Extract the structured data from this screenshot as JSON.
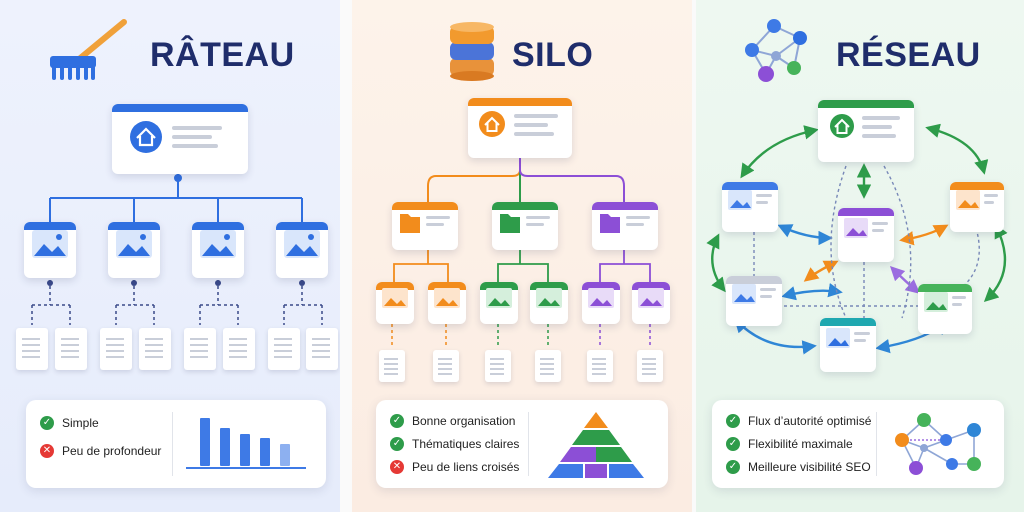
{
  "rake": {
    "title": "RÂTEAU",
    "accent": "#2f6fe0",
    "legend": [
      {
        "status": "check",
        "text": "Simple"
      },
      {
        "status": "cross",
        "text": "Peu de profondeur"
      }
    ]
  },
  "silo": {
    "title": "SILO",
    "accent": "#f28c1c",
    "legend": [
      {
        "status": "check",
        "text": "Bonne organisation"
      },
      {
        "status": "check",
        "text": "Thématiques claires"
      },
      {
        "status": "cross",
        "text": "Peu de liens croisés"
      }
    ]
  },
  "network": {
    "title": "RÉSEAU",
    "accent": "#2e9c4a",
    "legend": [
      {
        "status": "check",
        "text": "Flux d’autorité optimisé"
      },
      {
        "status": "check",
        "text": "Flexibilité maximale"
      },
      {
        "status": "check",
        "text": "Meilleure visibilité SEO"
      }
    ]
  },
  "icons": [
    "rake-icon",
    "database-icon",
    "network-molecule-icon",
    "home-icon",
    "image-icon",
    "folder-icon",
    "document-icon",
    "bar-chart-icon",
    "pyramid-icon"
  ]
}
